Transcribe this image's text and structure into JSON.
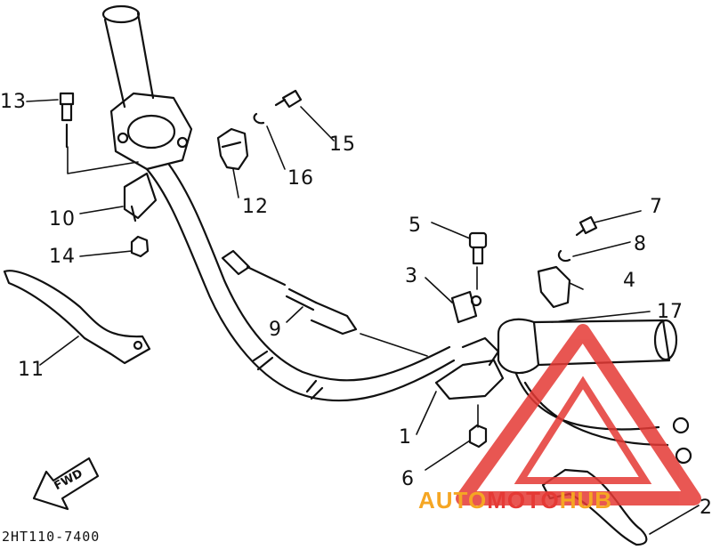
{
  "callouts": [
    "1",
    "2",
    "3",
    "4",
    "5",
    "6",
    "7",
    "8",
    "9",
    "10",
    "11",
    "12",
    "13",
    "14",
    "15",
    "16",
    "17"
  ],
  "direction_label": "FWD",
  "diagram_code": "2HT110-7400",
  "watermark": {
    "part1": "AUTO",
    "part2": "MOTO",
    "part3": "HUB",
    "color_orange": "#f5a623",
    "color_red": "#e53935"
  }
}
